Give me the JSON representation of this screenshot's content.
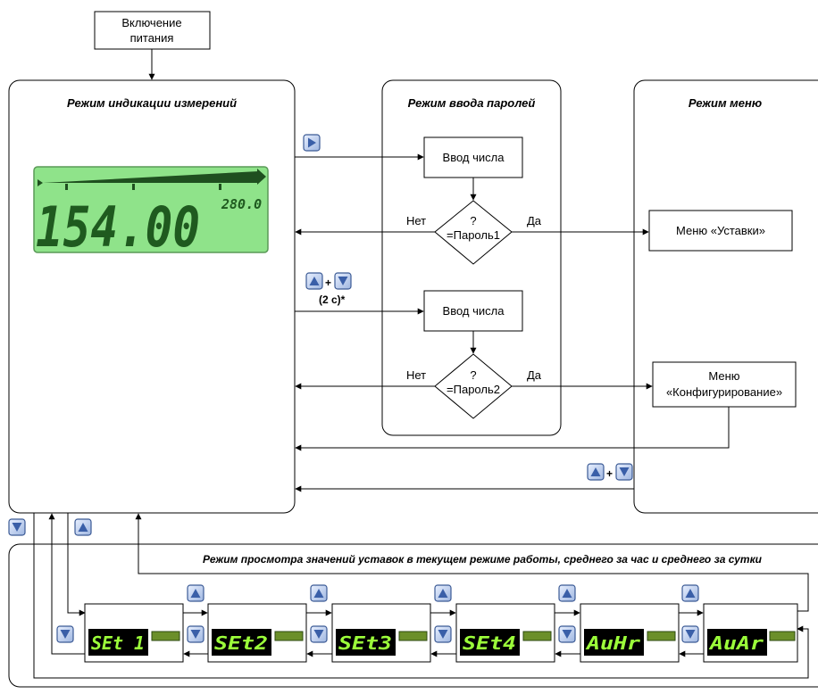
{
  "power_on": {
    "line1": "Включение",
    "line2": "питания"
  },
  "modes": {
    "measure": "Режим индикации измерений",
    "password": "Режим ввода паролей",
    "menu": "Режим меню"
  },
  "lcd": {
    "main": "154.00",
    "secondary": "280.0"
  },
  "password_flow": {
    "input1": "Ввод числа",
    "input2": "Ввод числа",
    "check1_q": "?",
    "check1": "=Пароль1",
    "check2_q": "?",
    "check2": "=Пароль2",
    "no": "Нет",
    "yes": "Да"
  },
  "menus": {
    "setpoints": "Меню «Уставки»",
    "config_line1": "Меню",
    "config_line2": "«Конфигурирование»"
  },
  "combo": {
    "plus": "+",
    "hold": "(2 с)*"
  },
  "view_mode": {
    "title": "Режим просмотра значений уставок в текущем режиме работы, среднего за час и среднего за сутки",
    "screens": [
      "SEt 1",
      "SEt2",
      "SEt3",
      "SEt4",
      "AuHr",
      "AuAr"
    ]
  },
  "colors": {
    "button": "#5b7bb5",
    "lcd_green": "#8fe38a",
    "seg_green": "#9cff3a",
    "lcd_dark": "#1f4f1f"
  },
  "icons": {
    "right": "arrow-right-button-icon",
    "up": "arrow-up-button-icon",
    "down": "arrow-down-button-icon"
  }
}
